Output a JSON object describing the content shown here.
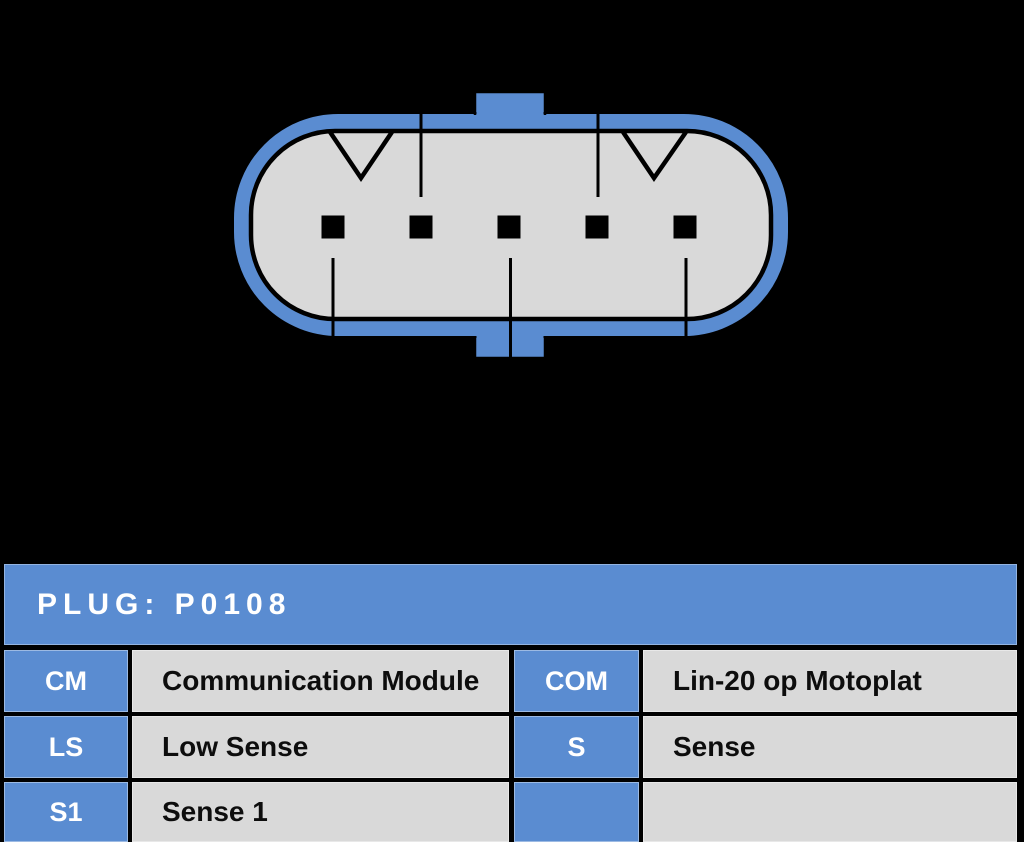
{
  "colors": {
    "blue": "#5a8cd1",
    "gray": "#d9d9d9",
    "background": "#000000"
  },
  "connector": {
    "description": "5-pin oval plug connector, top view",
    "pin_count": 5
  },
  "table": {
    "title": "PLUG: P0108",
    "rows": [
      {
        "code": "CM",
        "desc": "Communication Module",
        "code2": "COM",
        "desc2": "Lin-20 op Motoplat"
      },
      {
        "code": "LS",
        "desc": "Low Sense",
        "code2": "S",
        "desc2": "Sense"
      },
      {
        "code": "S1",
        "desc": "Sense 1",
        "code2": "",
        "desc2": ""
      }
    ]
  }
}
